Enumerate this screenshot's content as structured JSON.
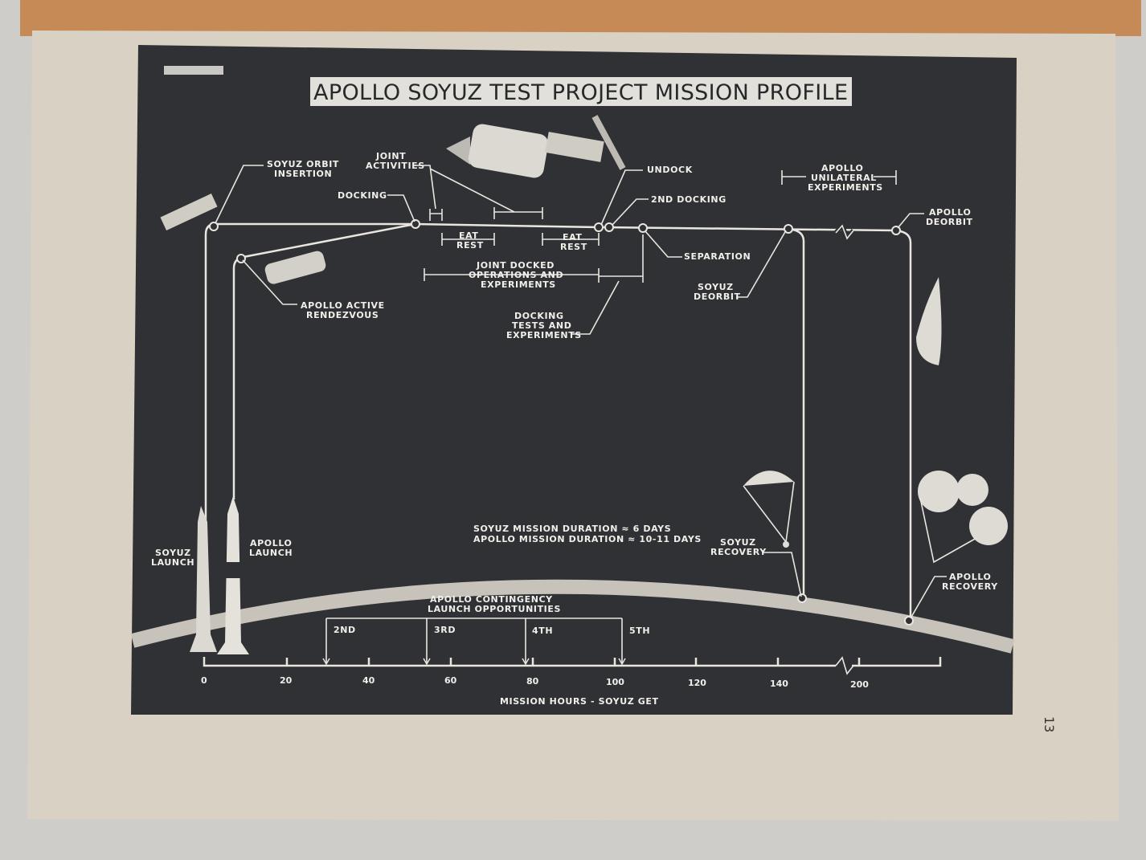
{
  "title": "APOLLO SOYUZ TEST PROJECT MISSION PROFILE",
  "page_number": "13",
  "events": {
    "soyuz_orbit_insertion": [
      "SOYUZ ORBIT",
      "INSERTION"
    ],
    "joint_activities": [
      "JOINT",
      "ACTIVITIES"
    ],
    "docking": "DOCKING",
    "undock": "UNDOCK",
    "second_docking": "2ND DOCKING",
    "apollo_unilateral": [
      "APOLLO",
      "UNILATERAL",
      "EXPERIMENTS"
    ],
    "apollo_deorbit": [
      "APOLLO",
      "DEORBIT"
    ],
    "eat_rest": [
      "EAT",
      "REST"
    ],
    "separation": "SEPARATION",
    "soyuz_deorbit": [
      "SOYUZ",
      "DEORBIT"
    ],
    "joint_docked": [
      "JOINT DOCKED",
      "OPERATIONS AND",
      "EXPERIMENTS"
    ],
    "docking_tests": [
      "DOCKING",
      "TESTS AND",
      "EXPERIMENTS"
    ],
    "apollo_active_rendezvous": [
      "APOLLO ACTIVE",
      "RENDEZVOUS"
    ],
    "soyuz_launch": [
      "SOYUZ",
      "LAUNCH"
    ],
    "apollo_launch": [
      "APOLLO",
      "LAUNCH"
    ],
    "soyuz_recovery": [
      "SOYUZ",
      "RECOVERY"
    ],
    "apollo_recovery": [
      "APOLLO",
      "RECOVERY"
    ]
  },
  "durations": [
    "SOYUZ MISSION DURATION ≈ 6 DAYS",
    "APOLLO MISSION DURATION ≈ 10-11 DAYS"
  ],
  "contingency": {
    "title": [
      "APOLLO CONTINGENCY",
      "LAUNCH OPPORTUNITIES"
    ],
    "opportunities": [
      "2ND",
      "3RD",
      "4TH",
      "5TH"
    ]
  },
  "axis": {
    "label": "MISSION HOURS - SOYUZ GET",
    "ticks": [
      "0",
      "20",
      "40",
      "60",
      "80",
      "100",
      "120",
      "140",
      "200"
    ]
  }
}
